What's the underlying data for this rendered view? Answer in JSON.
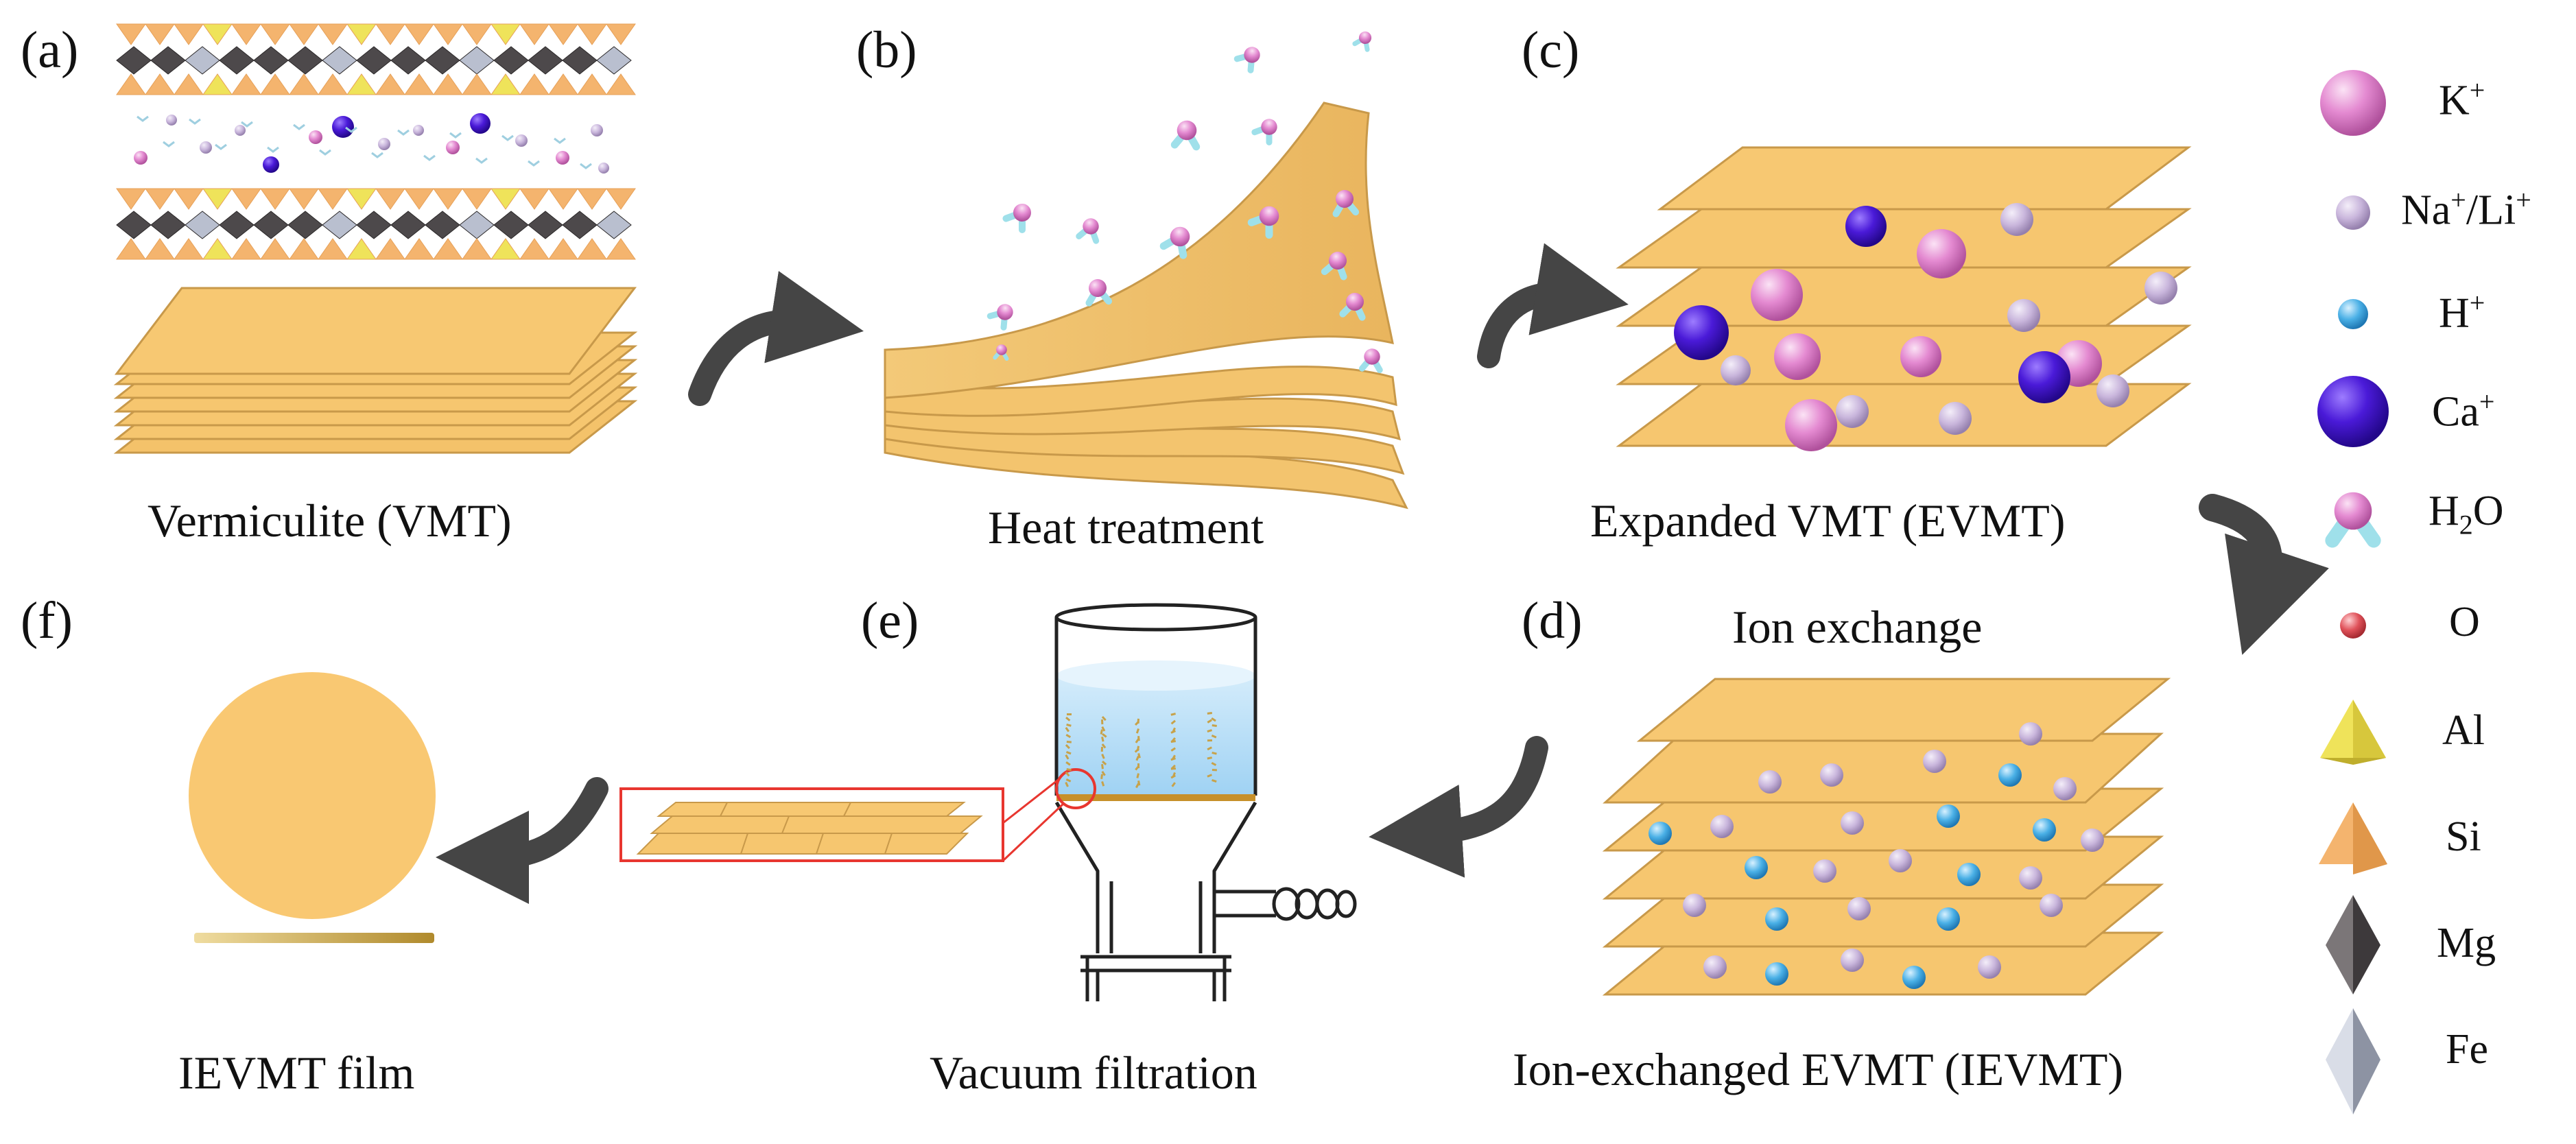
{
  "panels": {
    "a": {
      "tag": "(a)",
      "caption": "Vermiculite (VMT)"
    },
    "b": {
      "tag": "(b)",
      "caption": "Heat treatment"
    },
    "c": {
      "tag": "(c)",
      "caption": "Expanded VMT (EVMT)"
    },
    "d": {
      "tag": "(d)",
      "caption": "Ion-exchanged EVMT (IEVMT)",
      "step": "Ion exchange"
    },
    "e": {
      "tag": "(e)",
      "caption": "Vacuum filtration"
    },
    "f": {
      "tag": "(f)",
      "caption": "IEVMT film"
    }
  },
  "legend": {
    "k": {
      "base": "K",
      "sup": "+",
      "color": "#e48ad1",
      "icon": "large-pink-sphere"
    },
    "na": {
      "base": "Na",
      "sup": "+",
      "mid": "/Li",
      "sup2": "+",
      "color": "#c9b6dc",
      "icon": "small-lilac-sphere"
    },
    "h": {
      "base": "H",
      "sup": "+",
      "color": "#4ab0e6",
      "icon": "small-blue-sphere"
    },
    "ca": {
      "base": "Ca",
      "sup": "+",
      "color": "#4a1ad8",
      "icon": "large-violet-sphere"
    },
    "h2o": {
      "base": "H",
      "sub": "2",
      "tail": "O",
      "icon": "water-molecule"
    },
    "o": {
      "base": "O",
      "color": "#e0525a",
      "icon": "small-red-sphere"
    },
    "al": {
      "base": "Al",
      "color": "#efe35a",
      "icon": "yellow-tetrahedron"
    },
    "si": {
      "base": "Si",
      "color": "#f4b46e",
      "icon": "orange-tetrahedron"
    },
    "mg": {
      "base": "Mg",
      "color": "#5a5658",
      "icon": "dark-octahedron"
    },
    "fe": {
      "base": "Fe",
      "color": "#b9bfcf",
      "icon": "silver-octahedron"
    }
  },
  "colors": {
    "sheet": "#f6c46c",
    "sheet_edge": "#c89a4a",
    "arrow": "#454545",
    "highlight_box": "#e8362f"
  }
}
